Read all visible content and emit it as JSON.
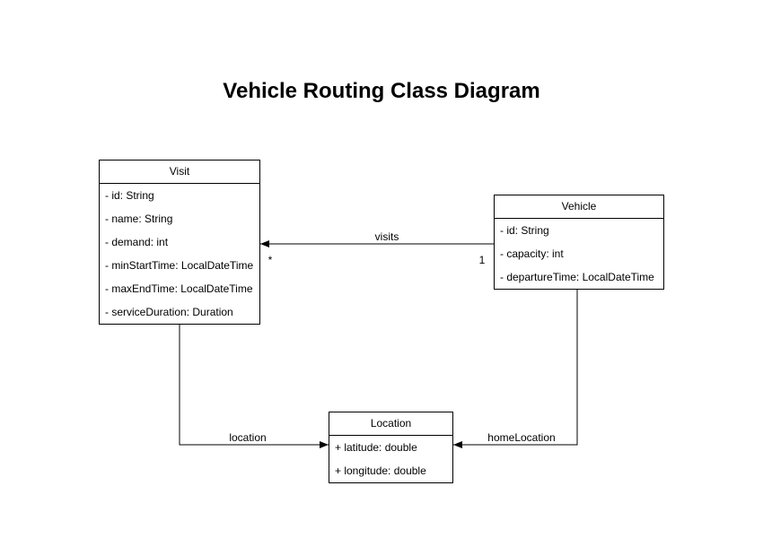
{
  "title": "Vehicle Routing Class Diagram",
  "classes": [
    {
      "name": "Visit",
      "attributes": [
        "- id: String",
        "- name: String",
        "- demand: int",
        "- minStartTime: LocalDateTime",
        "- maxEndTime: LocalDateTime",
        "- serviceDuration: Duration"
      ]
    },
    {
      "name": "Vehicle",
      "attributes": [
        "- id: String",
        "- capacity: int",
        "- departureTime: LocalDateTime"
      ]
    },
    {
      "name": "Location",
      "attributes": [
        "+ latitude: double",
        "+ longitude: double"
      ]
    }
  ],
  "associations": [
    {
      "label": "visits",
      "from": "Vehicle",
      "to": "Visit",
      "from_multiplicity": "1",
      "to_multiplicity": "*"
    },
    {
      "label": "location",
      "from": "Visit",
      "to": "Location"
    },
    {
      "label": "homeLocation",
      "from": "Vehicle",
      "to": "Location"
    }
  ],
  "colors": {
    "background": "#ffffff",
    "box_fill": "#ffffff",
    "stroke": "#000000",
    "text": "#000000"
  }
}
